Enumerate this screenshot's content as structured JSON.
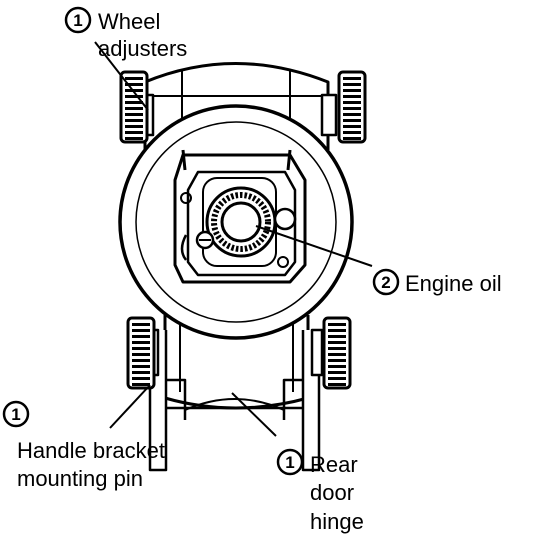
{
  "callouts": [
    {
      "number": "1",
      "lines": [
        "Wheel",
        "adjusters"
      ]
    },
    {
      "number": "2",
      "lines": [
        "Engine oil"
      ]
    },
    {
      "number": "1",
      "lines": [
        "Handle bracket",
        "mounting pin"
      ]
    },
    {
      "number": "1",
      "lines": [
        "Rear",
        "door",
        "hinge"
      ]
    }
  ]
}
